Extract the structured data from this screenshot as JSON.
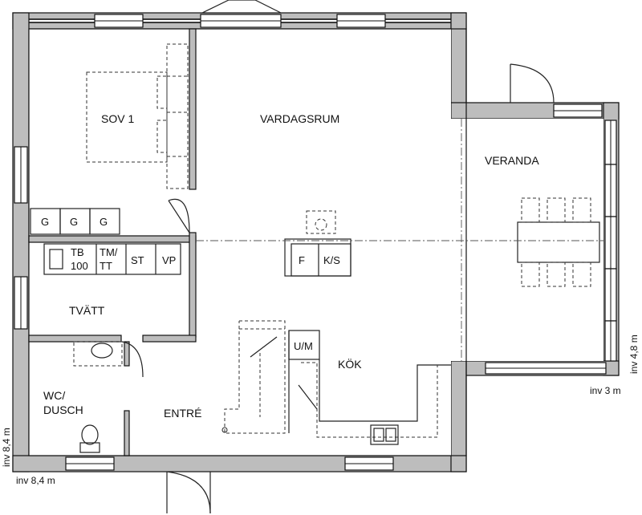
{
  "rooms": {
    "sov1": "SOV 1",
    "vardagsrum": "VARDAGSRUM",
    "veranda": "VERANDA",
    "tvatt": "TVÄTT",
    "kok": "KÖK",
    "entre": "ENTRÉ",
    "wc_line1": "WC/",
    "wc_line2": "DUSCH"
  },
  "fixtures": {
    "g1": "G",
    "g2": "G",
    "g3": "G",
    "tb_line1": "TB",
    "tb_line2": "100",
    "tm_line1": "TM/",
    "tm_line2": "TT",
    "st": "ST",
    "vp": "VP",
    "f": "F",
    "ks": "K/S",
    "um": "U/M"
  },
  "dimensions": {
    "left_vertical": "inv 8,4 m",
    "bottom": "inv 8,4 m",
    "right_vertical": "inv 4,8 m",
    "right_bottom": "inv 3 m"
  }
}
